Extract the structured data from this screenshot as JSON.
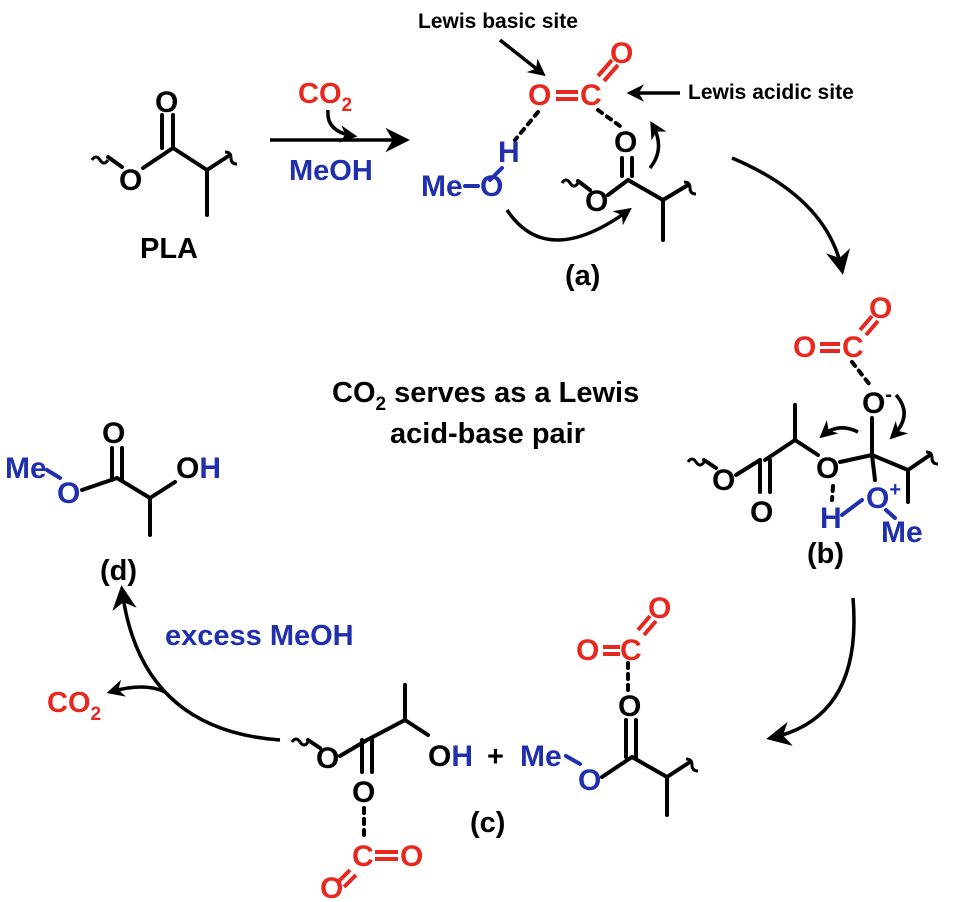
{
  "colors": {
    "red": "#e8281e",
    "blue": "#1f2fae",
    "black": "#000000"
  },
  "labels": {
    "pla": "PLA",
    "co2_reagent": "CO",
    "co2_sub": "2",
    "meoh_reagent": "MeOH",
    "lewis_basic": "Lewis basic site",
    "lewis_acidic": "Lewis acidic site",
    "label_a": "(a)",
    "label_b": "(b)",
    "label_c": "(c)",
    "label_d": "(d)",
    "center_line1_pre": "CO",
    "center_line1_sub": "2",
    "center_line1_post": " serves as a Lewis",
    "center_line2": "acid-base pair",
    "excess_meoh": "excess MeOH",
    "co2_out": "CO",
    "co2_out_sub": "2",
    "plus": "+"
  },
  "atoms": {
    "O": "O",
    "C": "C",
    "H": "H",
    "Me": "Me",
    "OH": "OH",
    "O_minus": "O",
    "minus": "-",
    "O_plus": "O",
    "plus_charge": "+"
  }
}
